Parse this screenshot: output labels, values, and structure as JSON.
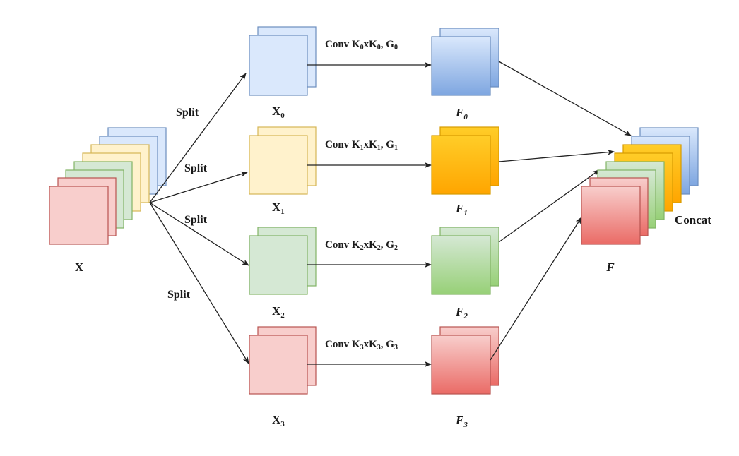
{
  "diagram": {
    "input": {
      "label": "X"
    },
    "split_label": "Split",
    "branches": [
      {
        "input_label": "X",
        "input_sub": "0",
        "conv_label": "Conv K",
        "conv_sub": "0",
        "conv_mid": "xK",
        "conv_g": ", G",
        "output_label": "F",
        "output_sub": "0",
        "color_name": "blue"
      },
      {
        "input_label": "X",
        "input_sub": "1",
        "conv_label": "Conv K",
        "conv_sub": "1",
        "conv_mid": "xK",
        "conv_g": ", G",
        "output_label": "F",
        "output_sub": "1",
        "color_name": "orange"
      },
      {
        "input_label": "X",
        "input_sub": "2",
        "conv_label": "Conv K",
        "conv_sub": "2",
        "conv_mid": "xK",
        "conv_g": ", G",
        "output_label": "F",
        "output_sub": "2",
        "color_name": "green"
      },
      {
        "input_label": "X",
        "input_sub": "3",
        "conv_label": "Conv K",
        "conv_sub": "3",
        "conv_mid": "xK",
        "conv_g": ", G",
        "output_label": "F",
        "output_sub": "3",
        "color_name": "red"
      }
    ],
    "output": {
      "label": "F",
      "concat_label": "Concat"
    },
    "colors": {
      "blue": {
        "light": "#dae8fc",
        "stroke": "#6c8ebf",
        "grad_top": "#dae8fc",
        "grad_bottom": "#7ea6e0"
      },
      "yellow": {
        "light": "#fff2cc",
        "stroke": "#d6b656"
      },
      "orange": {
        "grad_top": "#ffcd28",
        "grad_bottom": "#ffa500",
        "stroke": "#d79b00"
      },
      "green": {
        "light": "#d5e8d4",
        "stroke": "#82b366",
        "grad_top": "#d5e8d4",
        "grad_bottom": "#97d077"
      },
      "red": {
        "light": "#f8cecc",
        "stroke": "#b85450",
        "grad_top": "#f8cecc",
        "grad_bottom": "#ea6b66"
      },
      "arrow": "#222222"
    }
  }
}
